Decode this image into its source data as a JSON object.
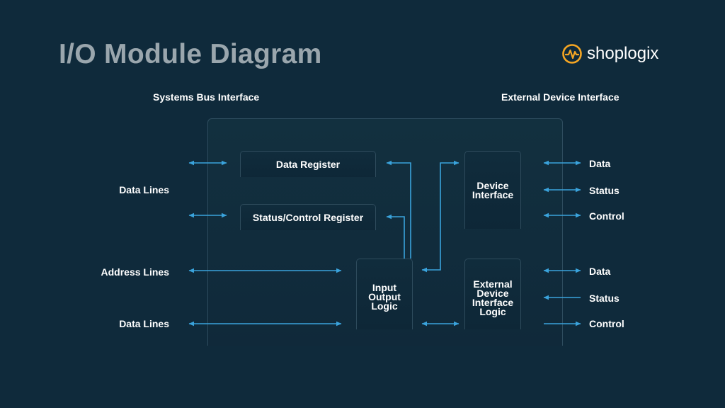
{
  "title": "I/O Module Diagram",
  "brand": {
    "name": "shoplogix",
    "accent": "#f5a623"
  },
  "headers": {
    "left": "Systems Bus Interface",
    "right": "External Device Interface"
  },
  "blocks": {
    "data_register": "Data Register",
    "status_control_register": "Status/Control Register",
    "io_logic": [
      "Input",
      "Output",
      "Logic"
    ],
    "device_interface": [
      "Device",
      "Interface"
    ],
    "external_device_interface_logic": [
      "External",
      "Device",
      "Interface",
      "Logic"
    ]
  },
  "left_labels": {
    "data_lines_top": "Data Lines",
    "address_lines": "Address Lines",
    "data_lines_bottom": "Data Lines"
  },
  "right_labels": {
    "upper": [
      "Data",
      "Status",
      "Control"
    ],
    "lower": [
      "Data",
      "Status",
      "Control"
    ]
  },
  "colors": {
    "arrow": "#3aa3dc",
    "background": "#0f2a3b"
  }
}
